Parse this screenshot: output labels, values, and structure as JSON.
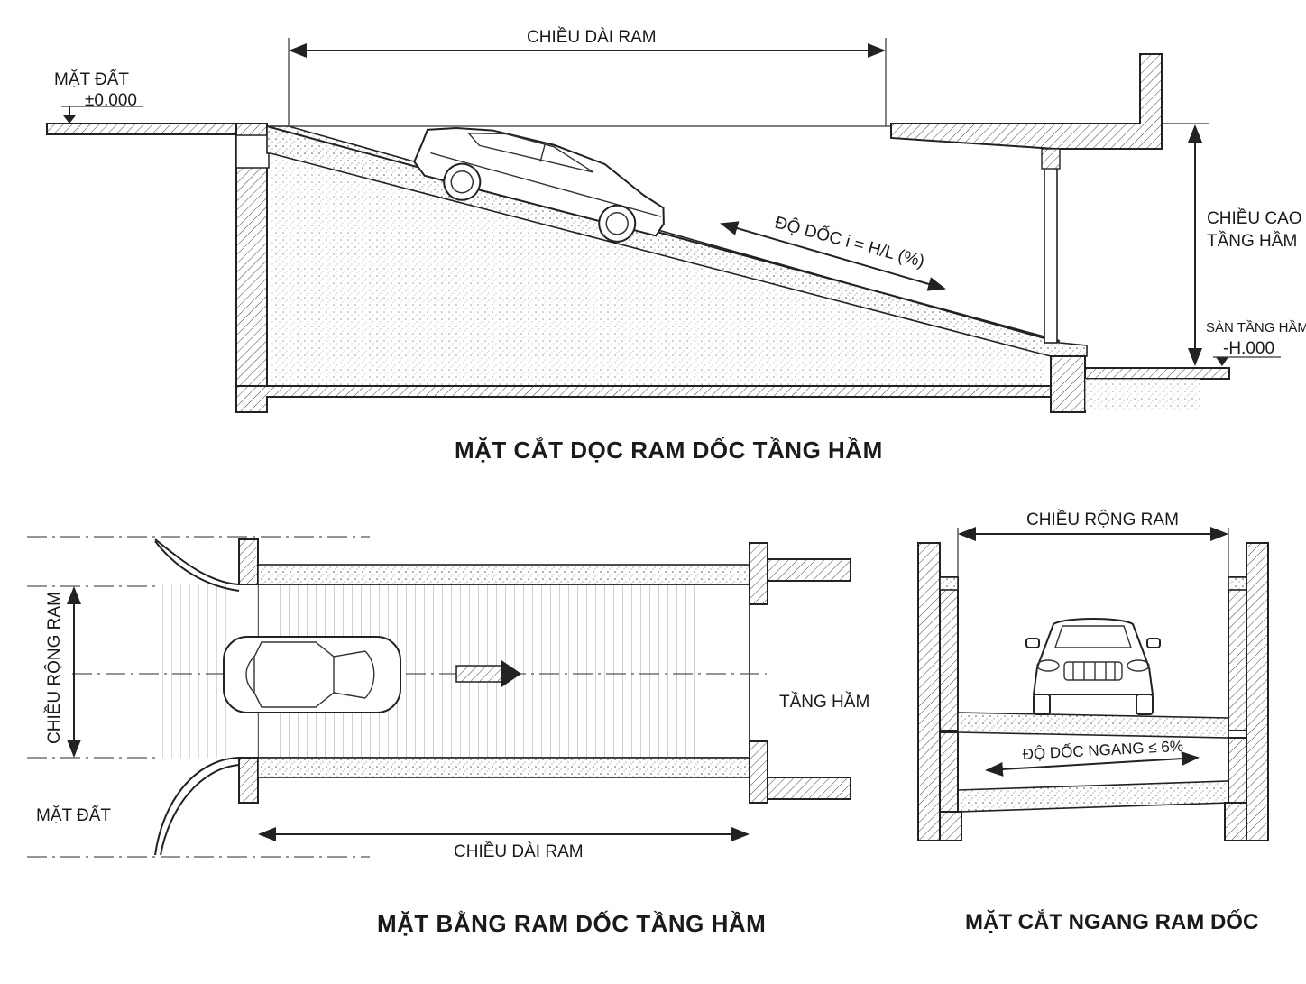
{
  "section_long": {
    "title": "MẶT CẮT DỌC RAM DỐC TẦNG HẦM",
    "ramp_length_label": "CHIỀU DÀI RAM",
    "ground_label": "MẶT ĐẤT",
    "ground_level": "±0.000",
    "slope_label": "ĐỘ DỐC i = H/L (%)",
    "basement_height_line1": "CHIỀU CAO",
    "basement_height_line2": "TẦNG HẦM",
    "basement_floor_label": "SÀN TẦNG HẦM",
    "basement_level": "-H.000"
  },
  "plan": {
    "title": "MẶT BẰNG RAM DỐC TẦNG HẦM",
    "ramp_width_label": "CHIỀU RỘNG RAM",
    "basement_label": "TẦNG HẦM",
    "ground_label": "MẶT ĐẤT",
    "ramp_length_label": "CHIỀU DÀI RAM"
  },
  "section_cross": {
    "title": "MẶT CẮT NGANG RAM DỐC",
    "ramp_width_label": "CHIỀU RỘNG RAM",
    "cross_slope_label": "ĐỘ DỐC NGANG ≤ 6%"
  }
}
